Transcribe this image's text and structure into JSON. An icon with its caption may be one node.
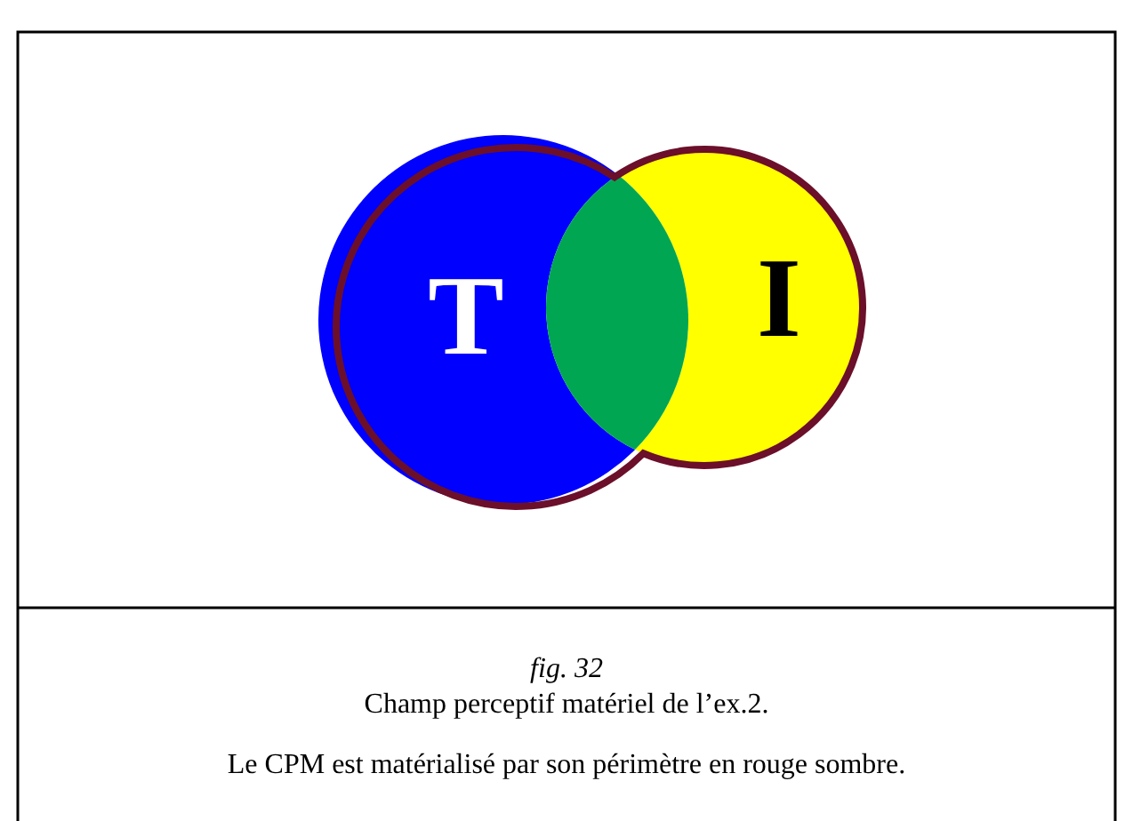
{
  "diagram": {
    "nodes": [
      {
        "text": [
          "T"
        ]
      },
      {
        "text": [
          "I"
        ]
      },
      {
        "text": [],
        "shape": "lens"
      }
    ],
    "edges": [],
    "labels": [
      "fig. 32",
      "Champ perceptif matériel de l’ex.2.",
      "Le CPM est matérialisé par son périmètre en rouge sombre."
    ]
  }
}
